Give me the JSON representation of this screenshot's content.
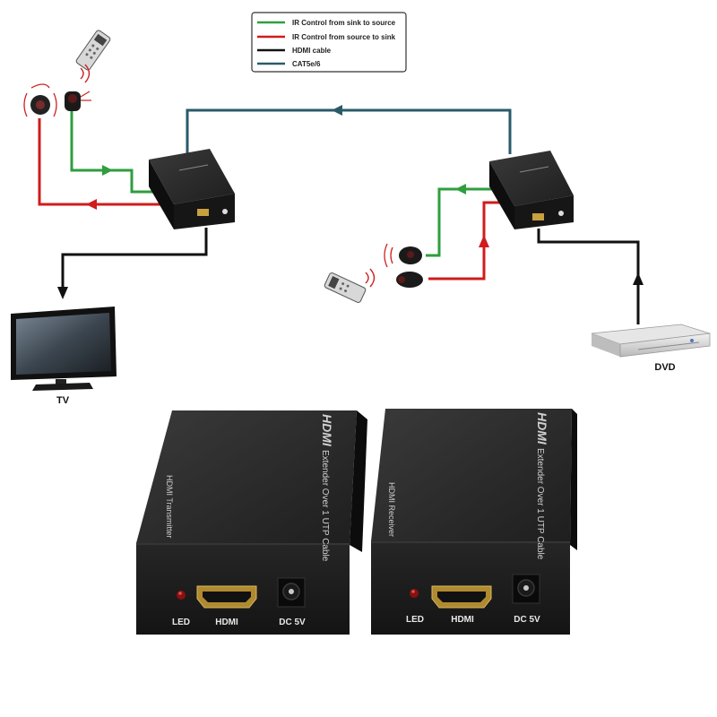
{
  "legend": {
    "items": [
      {
        "label": "IR Control from sink to source",
        "color": "#2e9e3e"
      },
      {
        "label": "IR Control from source to sink",
        "color": "#d01c1c"
      },
      {
        "label": "HDMI cable",
        "color": "#111111"
      },
      {
        "label": "CAT5e/6",
        "color": "#2a5a6a"
      }
    ]
  },
  "devices": {
    "tv_label": "TV",
    "dvd_label": "DVD"
  },
  "transmitter": {
    "brand": "HDMI",
    "side_text": "Extender Over 1 UTP Cable",
    "model_text": "HDMI Transmitter",
    "led_label": "LED",
    "hdmi_label": "HDMI",
    "dc_label": "DC 5V"
  },
  "receiver": {
    "brand": "HDMI",
    "side_text": "Extender Over 1 UTP Cable",
    "model_text": "HDMI Receiver",
    "led_label": "LED",
    "hdmi_label": "HDMI",
    "dc_label": "DC 5V"
  },
  "colors": {
    "green": "#2e9e3e",
    "red": "#d01c1c",
    "hdmi": "#111111",
    "cat": "#2a5a6a",
    "box_dark": "#1c1c1c",
    "box_top": "#2a2a2a"
  }
}
